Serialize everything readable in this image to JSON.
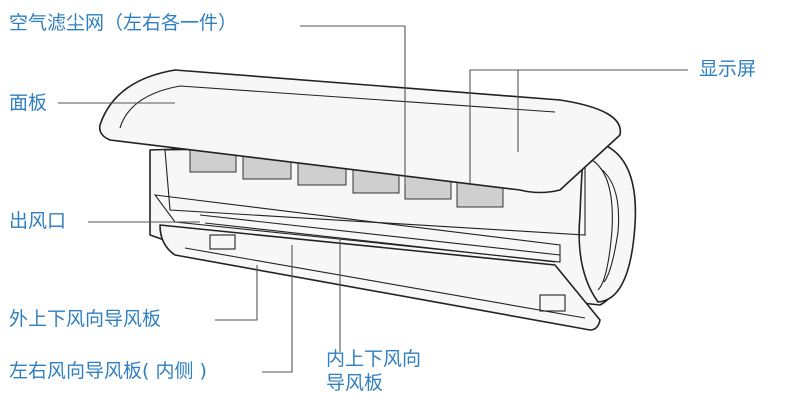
{
  "labels": {
    "air_filter": "空气滤尘网（左右各一件）",
    "display": "显示屏",
    "panel": "面板",
    "air_outlet": "出风口",
    "outer_louver": "外上下风向导风板",
    "side_louver": "左右风向导风板( 内侧 )",
    "inner_louver_line1": "内上下风向",
    "inner_louver_line2": "导风板"
  }
}
